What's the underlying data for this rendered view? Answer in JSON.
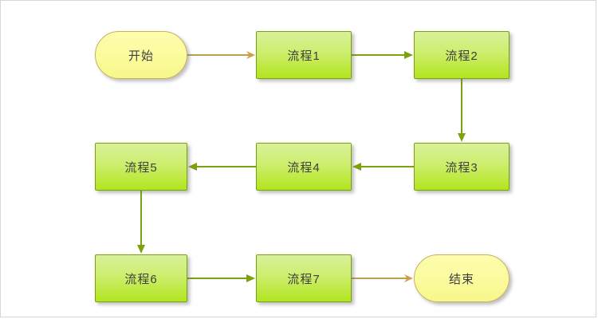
{
  "diagram": {
    "nodes": [
      {
        "id": "start",
        "label": "开始",
        "shape": "terminal"
      },
      {
        "id": "p1",
        "label": "流程1",
        "shape": "process"
      },
      {
        "id": "p2",
        "label": "流程2",
        "shape": "process"
      },
      {
        "id": "p3",
        "label": "流程3",
        "shape": "process"
      },
      {
        "id": "p4",
        "label": "流程4",
        "shape": "process"
      },
      {
        "id": "p5",
        "label": "流程5",
        "shape": "process"
      },
      {
        "id": "p6",
        "label": "流程6",
        "shape": "process"
      },
      {
        "id": "p7",
        "label": "流程7",
        "shape": "process"
      },
      {
        "id": "end",
        "label": "结束",
        "shape": "terminal"
      }
    ],
    "edges": [
      {
        "from": "start",
        "to": "p1",
        "color_key": "terminal_arrow"
      },
      {
        "from": "p1",
        "to": "p2",
        "color_key": "process_arrow"
      },
      {
        "from": "p2",
        "to": "p3",
        "color_key": "process_arrow"
      },
      {
        "from": "p3",
        "to": "p4",
        "color_key": "process_arrow"
      },
      {
        "from": "p4",
        "to": "p5",
        "color_key": "process_arrow"
      },
      {
        "from": "p5",
        "to": "p6",
        "color_key": "process_arrow"
      },
      {
        "from": "p6",
        "to": "p7",
        "color_key": "process_arrow"
      },
      {
        "from": "p7",
        "to": "end",
        "color_key": "terminal_arrow"
      }
    ],
    "colors": {
      "process_fill_top": "#d9f19a",
      "process_fill_bottom": "#b2e51f",
      "process_border": "#76a30b",
      "terminal_fill": "#fbfb9d",
      "terminal_border": "#c5b35c",
      "process_arrow": "#7ca20f",
      "terminal_arrow": "#b8a055",
      "terminal_arrowhead": "#cf9f45",
      "text": "#3f3f3f"
    }
  }
}
